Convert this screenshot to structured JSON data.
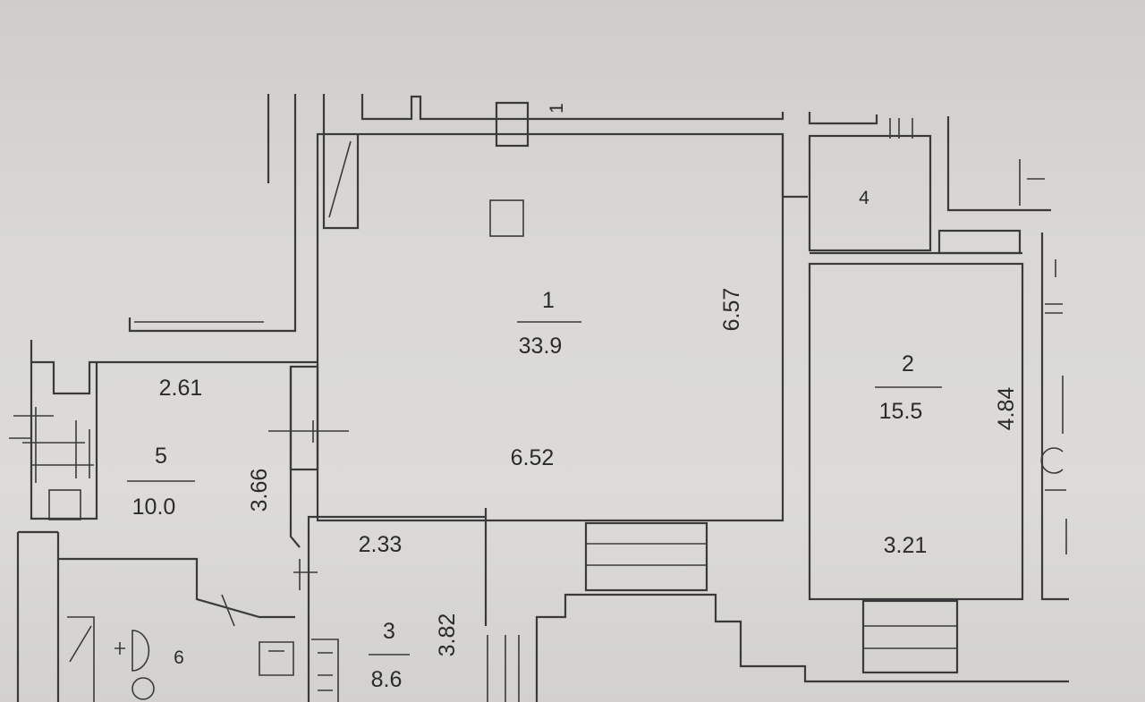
{
  "rooms": [
    {
      "number": "1",
      "area": "33.9",
      "width": "6.52",
      "height": "6.57"
    },
    {
      "number": "2",
      "area": "15.5",
      "width": "3.21",
      "height": "4.84"
    },
    {
      "number": "3",
      "area": "8.6",
      "width": "2.33",
      "height": "3.82"
    },
    {
      "number": "4"
    },
    {
      "number": "5",
      "area": "10.0",
      "width": "2.61",
      "height": "3.66"
    },
    {
      "number": "6"
    }
  ],
  "marks": {
    "top_window": "1"
  }
}
